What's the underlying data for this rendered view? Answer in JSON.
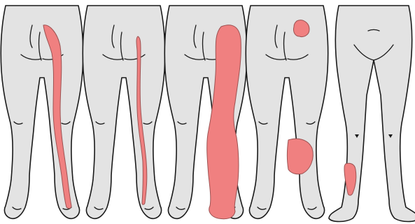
{
  "figure": {
    "panels": [
      {
        "name": "panel-1",
        "region": "buttock-to-foot-band"
      },
      {
        "name": "panel-2",
        "region": "thin-thigh-calf-line"
      },
      {
        "name": "panel-3",
        "region": "whole-back-of-leg"
      },
      {
        "name": "panel-4",
        "region": "buttock-spot-and-calf-patch"
      },
      {
        "name": "panel-5",
        "region": "front-shin-patch"
      }
    ],
    "colors": {
      "skin": "#e3e3e3",
      "outline": "#1a1a1a",
      "highlight": "#f08080",
      "highlight_stroke": "#9c5252",
      "background": "#ffffff"
    }
  }
}
